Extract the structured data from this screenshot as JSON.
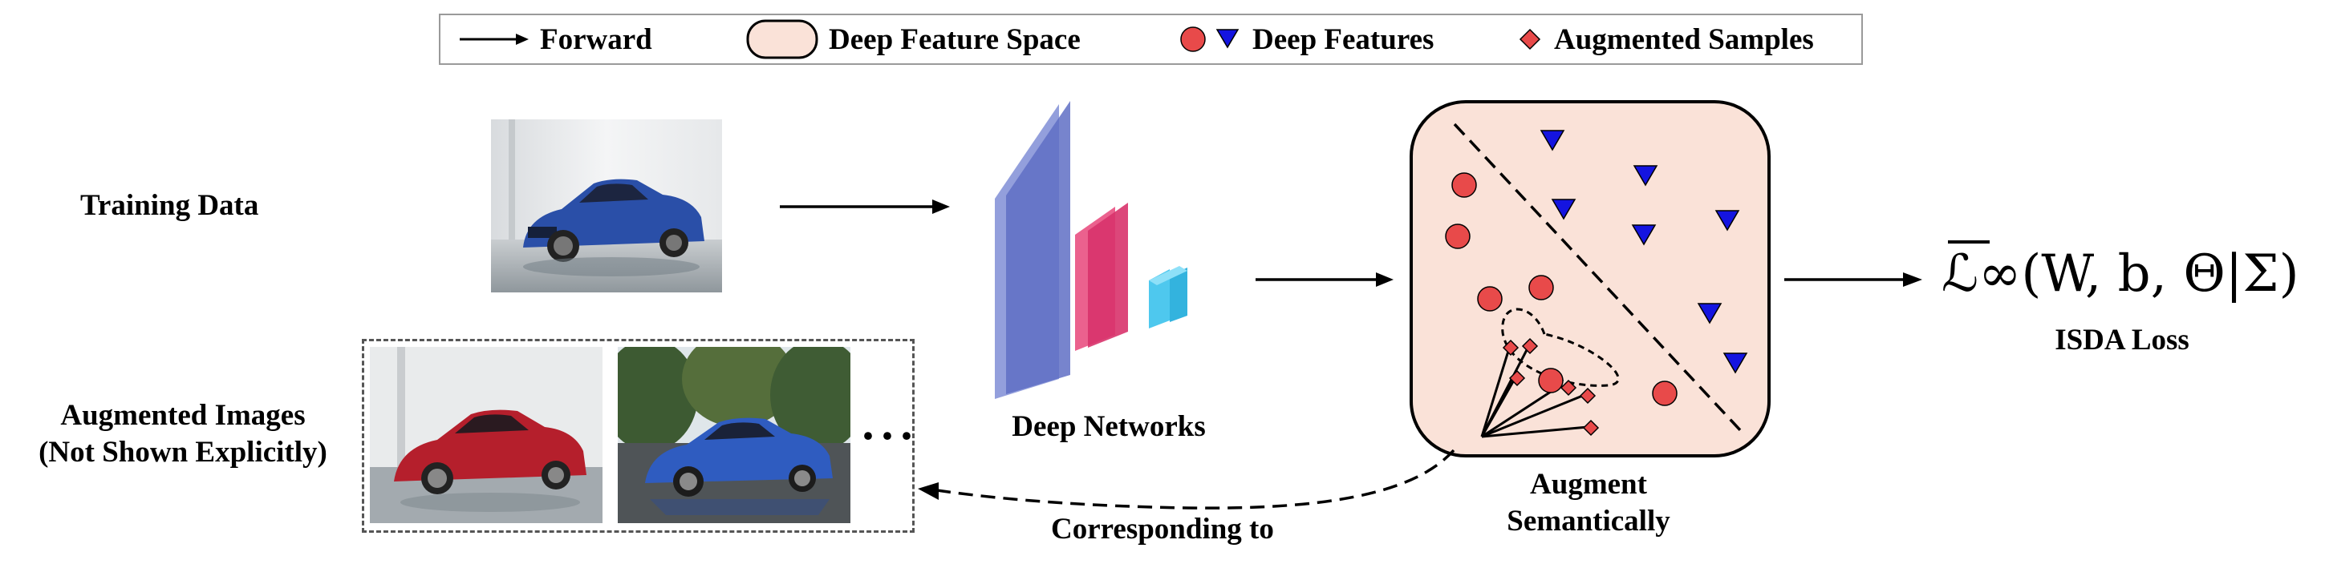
{
  "legend": {
    "forward": "Forward",
    "feature_space": "Deep Feature Space",
    "deep_features": "Deep Features",
    "augmented_samples": "Augmented Samples"
  },
  "labels": {
    "training_data": "Training Data",
    "augmented_images_line1": "Augmented Images",
    "augmented_images_line2": "(Not Shown Explicitly)",
    "deep_networks": "Deep Networks",
    "augment_line1": "Augment",
    "augment_line2": "Semantically",
    "corresponding": "Corresponding to",
    "isda_loss": "ISDA Loss"
  },
  "loss_formula": "ℒ∞(W, b, Θ|Σ)",
  "ellipsis": "···",
  "colors": {
    "circle": "#e84a4a",
    "triangle": "#1414e0",
    "feature_space_fill": "#fae2d8",
    "car_blue": "#2a4fa8",
    "car_red": "#b51f2c",
    "net_blue": "#6f7fd0",
    "net_pink": "#e8457a",
    "net_cyan": "#4ec8ee"
  }
}
